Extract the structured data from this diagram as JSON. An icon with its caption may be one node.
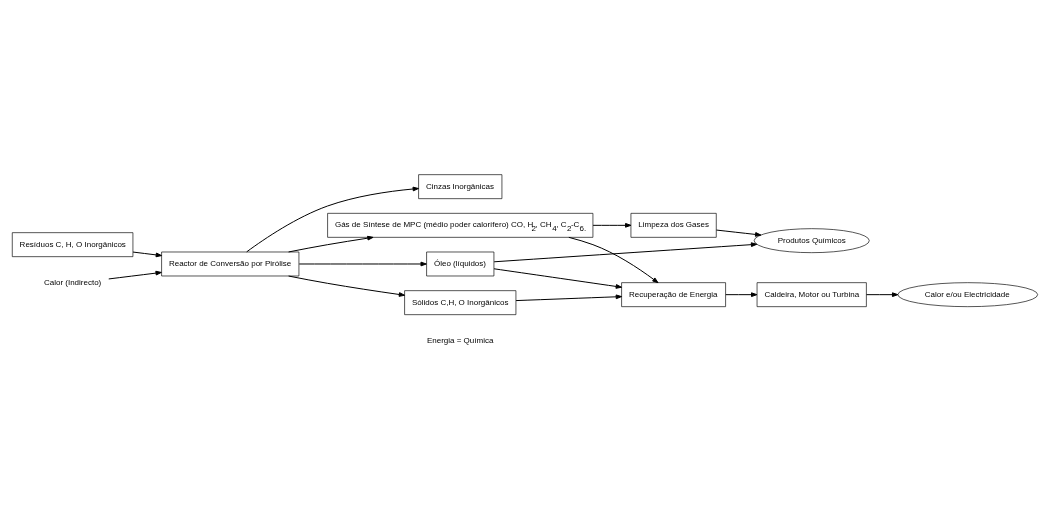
{
  "diagram": {
    "nodes": [
      {
        "text": [
          "Resíduos C, H, O Inorgânicos"
        ]
      },
      {
        "text": [
          "Reactor de Conversão por Pirólise"
        ]
      },
      {
        "text": [
          "Calor (Indirecto)"
        ]
      },
      {
        "text": [
          "Cinzas Inorgânicas"
        ]
      },
      {
        "text": [
          "Gás de Síntese de MPC (médio poder calorífero) CO, H$_{2}$, CH$_{4}$, C$_{2}$-C$_{6.}$"
        ]
      },
      {
        "text": [
          "Óleo (líquidos)"
        ]
      },
      {
        "text": [
          "Sólidos C,H, O Inorgânicos"
        ]
      },
      {
        "text": [
          "Produtos Químicos"
        ]
      },
      {
        "text": [
          "Limpeza dos Gases"
        ]
      },
      {
        "text": [
          "Recuperação de Energia"
        ]
      },
      {
        "text": [
          "Caldeira, Motor ou Turbina"
        ]
      },
      {
        "text": [
          "Calor e/ou Electricidade"
        ]
      }
    ],
    "edges": [
      {
        "from": 0,
        "to": 1,
        "arrow": "to"
      },
      {
        "from": 2,
        "to": 1,
        "arrow": "to"
      },
      {
        "from": 1,
        "to": 4,
        "arrow": "to"
      },
      {
        "from": 1,
        "to": 5,
        "arrow": "to"
      },
      {
        "from": 1,
        "to": 6,
        "arrow": "to"
      },
      {
        "from": 1,
        "to": 3,
        "arrow": "to"
      },
      {
        "from": 4,
        "to": 8,
        "arrow": "to"
      },
      {
        "from": 4,
        "to": 9,
        "arrow": "to"
      },
      {
        "from": 5,
        "to": 7,
        "arrow": "to"
      },
      {
        "from": 5,
        "to": 9,
        "arrow": "to"
      },
      {
        "from": 6,
        "to": 9,
        "arrow": "to"
      },
      {
        "from": 8,
        "to": 7,
        "arrow": "to"
      },
      {
        "from": 9,
        "to": 10,
        "arrow": "to"
      },
      {
        "from": 10,
        "to": 11,
        "arrow": "to"
      }
    ],
    "labels": [
      "Energia = Química"
    ]
  }
}
